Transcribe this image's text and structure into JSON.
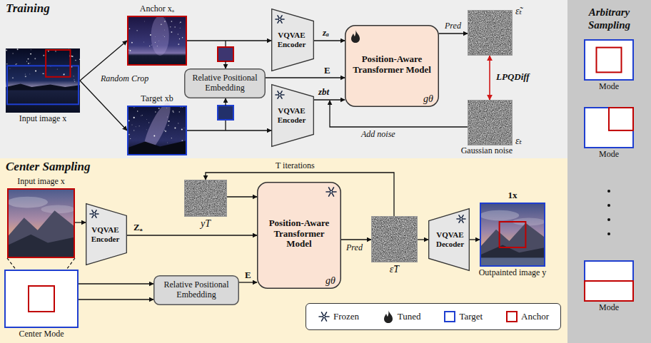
{
  "diagram": {
    "nodes": [
      {
        "text": [
          "Training"
        ]
      },
      {
        "text": [
          "Input image x"
        ],
        "in": 0
      },
      {
        "text": [
          "Anchor xₐ"
        ],
        "in": 0
      },
      {
        "text": [
          "Target xb"
        ],
        "in": 0
      },
      {
        "text": [
          "Relative Positional Embedding"
        ],
        "in": 0
      },
      {
        "text": [
          "VQVAE Encoder"
        ],
        "in": 0
      },
      {
        "text": [
          "VQVAE Encoder"
        ],
        "in": 0
      },
      {
        "text": [
          "Position-Aware Transformer Model",
          "gθ"
        ],
        "in": 0
      },
      {
        "text": [
          "ε̃ₜ"
        ],
        "in": 0
      },
      {
        "text": [
          "Gaussian noise",
          "εₜ"
        ],
        "in": 0
      },
      {
        "text": [
          "Center Sampling"
        ]
      },
      {
        "text": [
          "Input image x"
        ],
        "in": 10
      },
      {
        "text": [
          "Center Mode"
        ],
        "in": 10
      },
      {
        "text": [
          "VQVAE Encoder"
        ],
        "in": 10
      },
      {
        "text": [
          "yT"
        ],
        "in": 10
      },
      {
        "text": [
          "Relative Positional Embedding"
        ],
        "in": 10
      },
      {
        "text": [
          "Position-Aware Transformer Model",
          "gθ"
        ],
        "in": 10
      },
      {
        "text": [
          "ε̃T"
        ],
        "in": 10
      },
      {
        "text": [
          "VQVAE Decoder"
        ],
        "in": 10
      },
      {
        "text": [
          "1x",
          "Outpainted image y"
        ],
        "in": 10
      },
      {
        "text": [
          "Arbitrary Sampling"
        ]
      },
      {
        "text": [
          "Mode"
        ],
        "in": 20
      },
      {
        "text": [
          "Mode"
        ],
        "in": 20
      },
      {
        "text": [
          "Mode"
        ],
        "in": 20
      }
    ],
    "edges": [
      {
        "from": 1,
        "to": 2,
        "arrow": "to"
      },
      {
        "from": 1,
        "to": 3,
        "arrow": "to"
      },
      {
        "from": 2,
        "to": 5,
        "arrow": "to"
      },
      {
        "from": 3,
        "to": 6,
        "arrow": "to"
      },
      {
        "from": 5,
        "to": 7,
        "label": "zₐ",
        "arrow": "to"
      },
      {
        "from": 4,
        "to": 7,
        "label": "E",
        "arrow": "to"
      },
      {
        "from": 6,
        "to": 7,
        "label": "zbt",
        "arrow": "to"
      },
      {
        "from": 7,
        "to": 8,
        "label": "Pred",
        "arrow": "to"
      },
      {
        "from": 8,
        "to": 9,
        "label": "LPQDiff",
        "arrow": "both"
      },
      {
        "from": 11,
        "to": 13,
        "arrow": "to"
      },
      {
        "from": 12,
        "to": 15,
        "arrow": "to"
      },
      {
        "from": 12,
        "to": 15,
        "arrow": "to"
      },
      {
        "from": 13,
        "to": 16,
        "label": "Zₐ",
        "arrow": "to"
      },
      {
        "from": 14,
        "to": 16,
        "arrow": "to"
      },
      {
        "from": 15,
        "to": 16,
        "label": "E",
        "arrow": "to"
      },
      {
        "from": 16,
        "to": 17,
        "label": "Pred",
        "arrow": "to"
      },
      {
        "from": 17,
        "to": 14,
        "label": "T iterations",
        "arrow": "to"
      },
      {
        "from": 17,
        "to": 18,
        "arrow": "to"
      },
      {
        "from": 18,
        "to": 19,
        "arrow": "to"
      }
    ],
    "labels": [
      "Random Crop",
      "Add noise"
    ],
    "legend": [
      {
        "text": "Frozen"
      },
      {
        "text": "Tuned"
      },
      {
        "text": "Target"
      },
      {
        "text": "Anchor"
      }
    ]
  }
}
